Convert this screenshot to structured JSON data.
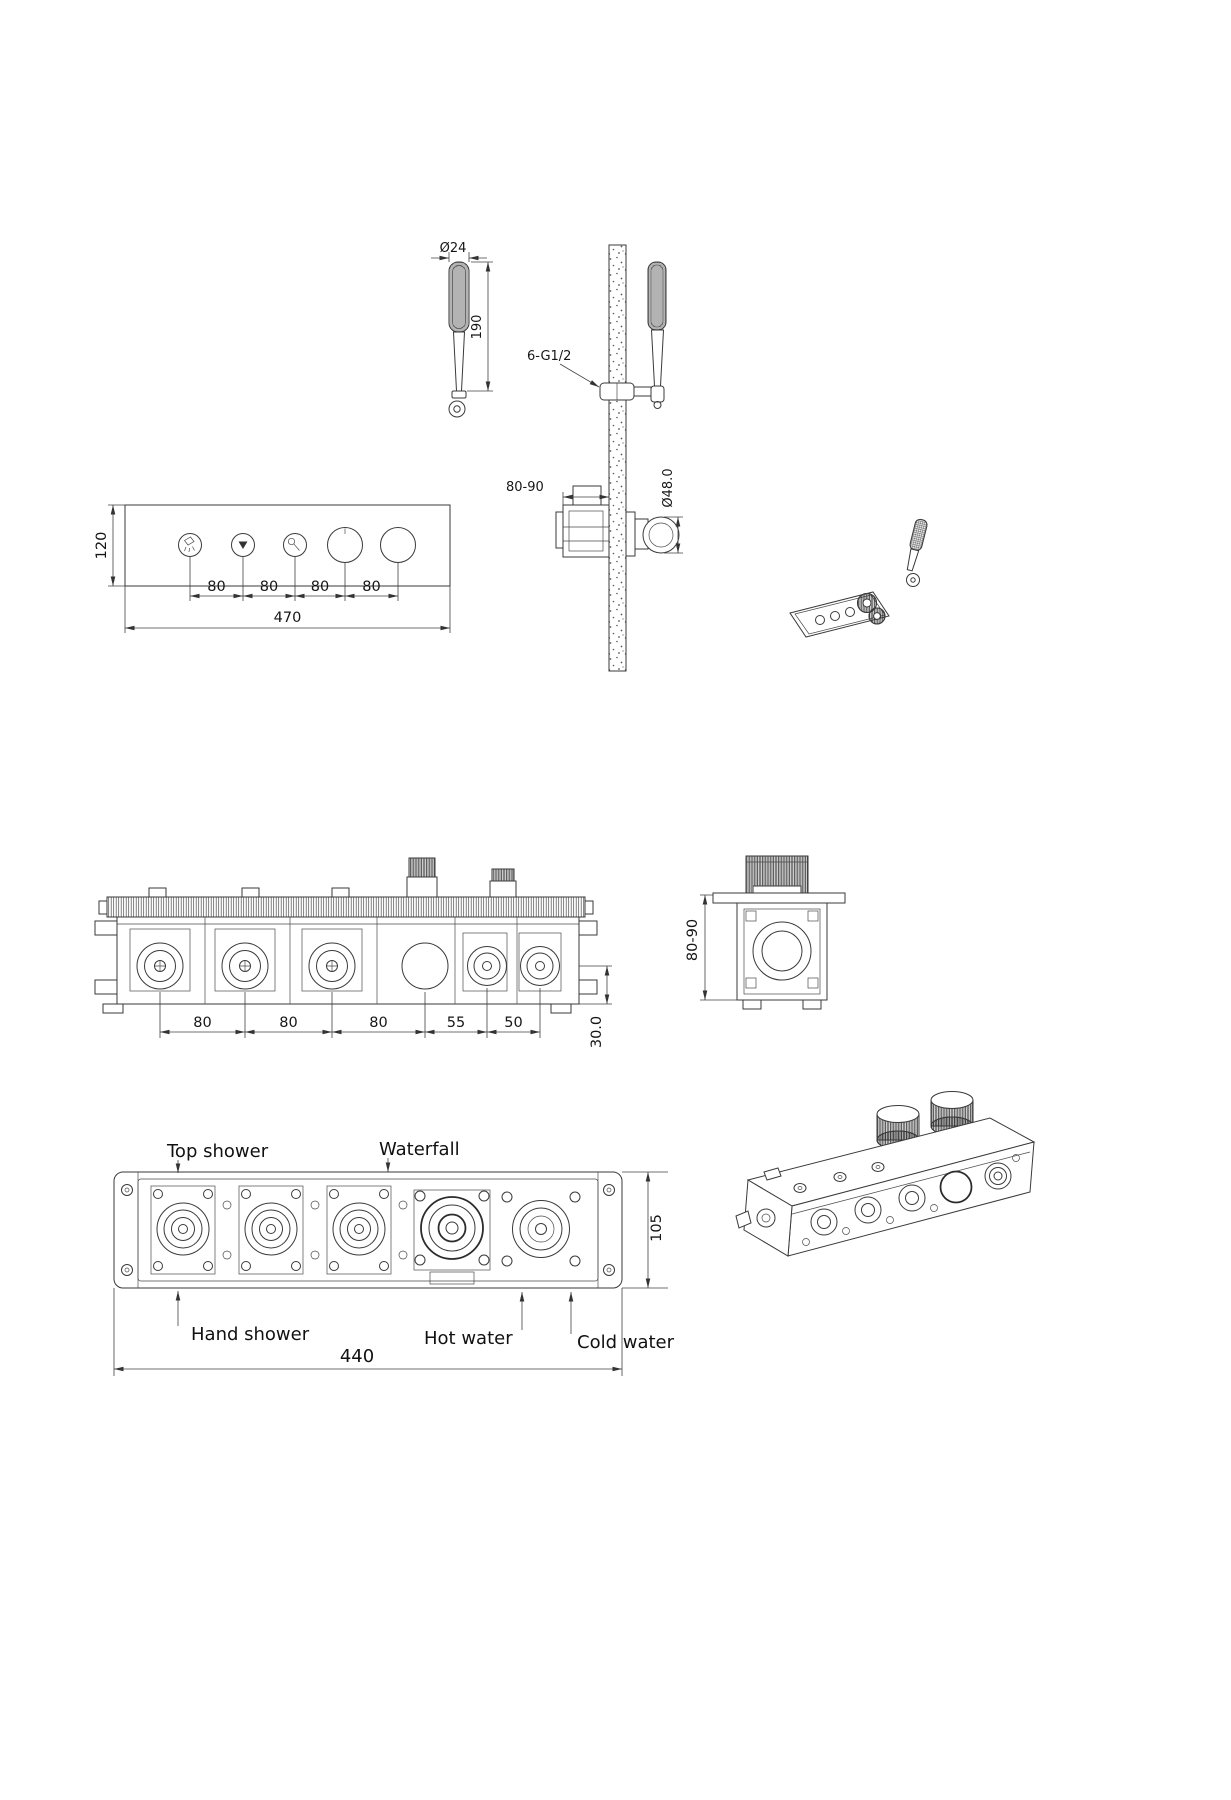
{
  "page": {
    "background": "#ffffff",
    "line_color": "#3a3a3a",
    "text_color": "#161616"
  },
  "views": {
    "hand_shower_detail": {
      "diameter_dim": "Ø24",
      "length_dim": "190"
    },
    "rail_elevation": {
      "thread_label": "6-G1/2",
      "wall_depth_dim": "80-90",
      "trim_diameter_dim": "Ø48.0"
    },
    "panel_front": {
      "height_dim": "120",
      "spacing_dims": [
        "80",
        "80",
        "80",
        "80"
      ],
      "width_dim": "470"
    },
    "valve_side": {
      "spacing_dims": [
        "80",
        "80",
        "80",
        "55",
        "50"
      ],
      "bottom_offset_dim": "30.0"
    },
    "valve_end": {
      "depth_dim": "80-90"
    },
    "rough_in_front": {
      "port_labels": {
        "top_shower": "Top shower",
        "waterfall": "Waterfall",
        "hand_shower": "Hand shower",
        "hot_water": "Hot water",
        "cold_water": "Cold water"
      },
      "height_dim": "105",
      "width_dim": "440"
    }
  }
}
